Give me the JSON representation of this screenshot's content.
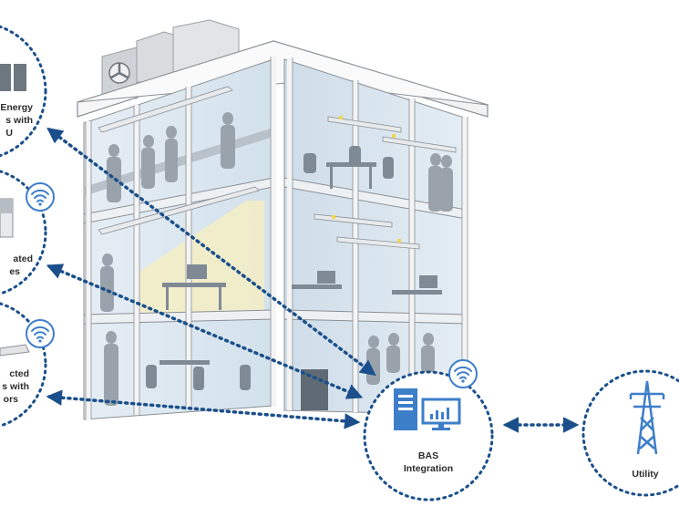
{
  "nodes": {
    "energy": {
      "line1": "Energy",
      "line2": "s with",
      "line3": "U"
    },
    "shades": {
      "line1": "ated",
      "line2": "es"
    },
    "lighting": {
      "line1": "cted",
      "line2": "s with",
      "line3": "ors"
    },
    "bas": {
      "line1": "BAS",
      "line2": "Integration"
    },
    "utility": {
      "label": "Utility"
    }
  },
  "colors": {
    "accent": "#1a4f8b",
    "icon_blue": "#3d7ec9",
    "glass": "#dde9f3",
    "frame": "#f4f4f4",
    "silhouette": "#9aa3ab"
  },
  "icons": [
    "wifi-icon",
    "server-icon",
    "monitor-chart-icon",
    "power-tower-icon",
    "hvac-fan-icon"
  ]
}
